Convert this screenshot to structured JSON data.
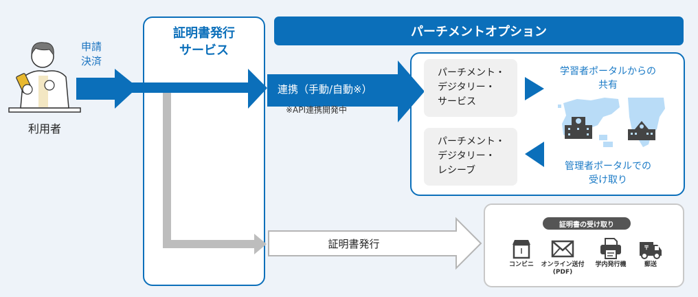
{
  "user": {
    "label": "利用者",
    "icon": "user-with-smartphone-illustration"
  },
  "apply_step": {
    "line1": "申請",
    "line2": "決済"
  },
  "service": {
    "title_line1": "証明書発行",
    "title_line2": "サービス"
  },
  "link_arrow": {
    "label": "連携（手動/自動※）",
    "note": "※API連携開発中"
  },
  "parchment_option": {
    "header": "パーチメントオプション",
    "digital_service": {
      "line1": "パーチメント・",
      "line2": "デジタリー・",
      "line3": "サービス"
    },
    "digital_receive": {
      "line1": "パーチメント・",
      "line2": "デジタリー・",
      "line3": "レシーブ"
    },
    "share_label": {
      "line1": "学習者ポータルからの",
      "line2": "共有"
    },
    "receive_label": {
      "line1": "管理者ポータルでの",
      "line2": "受け取り"
    }
  },
  "issue_arrow": {
    "label": "証明書発行"
  },
  "receipt": {
    "title": "証明書の受け取り",
    "methods": [
      {
        "label": "コンビニ",
        "sub": "",
        "icon": "store-icon"
      },
      {
        "label": "オンライン送付",
        "sub": "(PDF)",
        "icon": "envelope-icon"
      },
      {
        "label": "学内発行機",
        "sub": "",
        "icon": "printer-icon"
      },
      {
        "label": "郵送",
        "sub": "",
        "icon": "truck-icon"
      }
    ]
  },
  "colors": {
    "brand_blue": "#0b6fba",
    "light_blue": "#1a7ac6",
    "gray_arrow": "#bdbdbd",
    "map_blue": "#b9dcf7",
    "dark_gray": "#444444",
    "background": "#eef3f9"
  }
}
